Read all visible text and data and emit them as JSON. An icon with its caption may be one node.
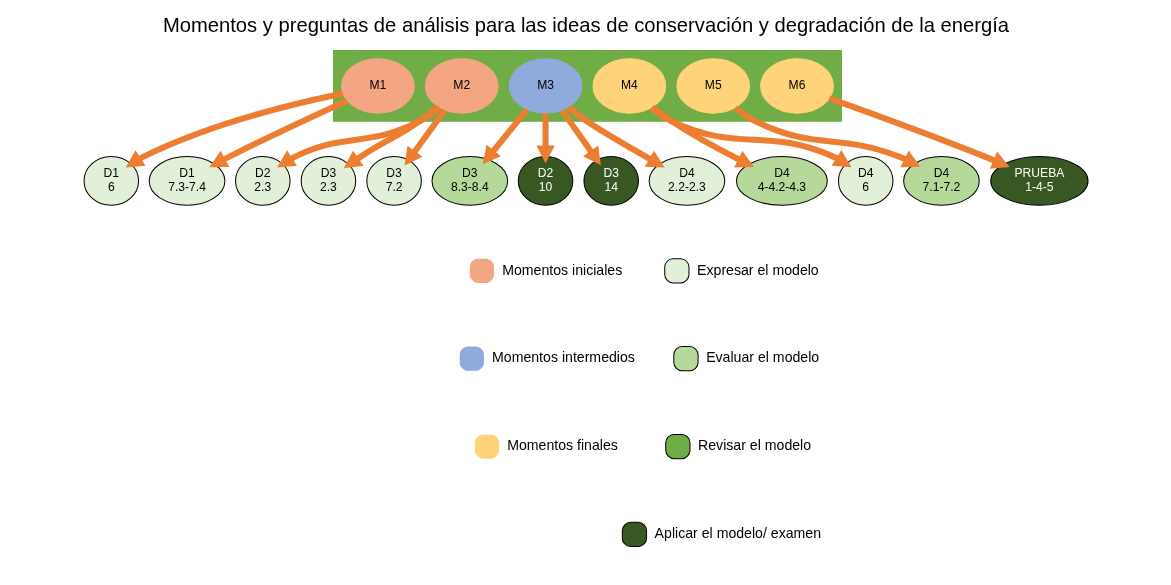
{
  "diagram": {
    "title": "Momentos y preguntas de análisis para las ideas de conservación y degradación de la energía",
    "nodes": [
      {
        "text": [],
        "shape": "arrow"
      },
      {
        "text": [
          "M1"
        ],
        "in": 0
      },
      {
        "text": [
          "M2"
        ],
        "in": 0
      },
      {
        "text": [
          "M3"
        ],
        "in": 0
      },
      {
        "text": [
          "M4"
        ],
        "in": 0
      },
      {
        "text": [
          "M5"
        ],
        "in": 0
      },
      {
        "text": [
          "M6"
        ],
        "in": 0
      },
      {
        "text": [
          "D1",
          "6"
        ]
      },
      {
        "text": [
          "D1",
          "7.3-7.4"
        ]
      },
      {
        "text": [
          "D2",
          "2.3"
        ]
      },
      {
        "text": [
          "D3",
          "2.3"
        ]
      },
      {
        "text": [
          "D3",
          "7.2"
        ]
      },
      {
        "text": [
          "D3",
          "8.3-8.4"
        ]
      },
      {
        "text": [
          "D2",
          "10"
        ]
      },
      {
        "text": [
          "D3",
          "14"
        ]
      },
      {
        "text": [
          "D4",
          "2.2-2.3"
        ]
      },
      {
        "text": [
          "D4",
          "4-4.2-4.3"
        ]
      },
      {
        "text": [
          "D4",
          "6"
        ]
      },
      {
        "text": [
          "D4",
          "7.1-7.2"
        ]
      },
      {
        "text": [
          "PRUEBA",
          "1-4-5"
        ]
      }
    ],
    "edges": [
      {
        "from": 1,
        "to": 7,
        "arrow": "to"
      },
      {
        "from": 1,
        "to": 8,
        "arrow": "to"
      },
      {
        "from": 2,
        "to": 9,
        "arrow": "to"
      },
      {
        "from": 2,
        "to": 10,
        "arrow": "to"
      },
      {
        "from": 2,
        "to": 11,
        "arrow": "to"
      },
      {
        "from": 3,
        "to": 12,
        "arrow": "to"
      },
      {
        "from": 3,
        "to": 13,
        "arrow": "to"
      },
      {
        "from": 3,
        "to": 14,
        "arrow": "to"
      },
      {
        "from": 3,
        "to": 15,
        "arrow": "to"
      },
      {
        "from": 4,
        "to": 16,
        "arrow": "to"
      },
      {
        "from": 4,
        "to": 17,
        "arrow": "to"
      },
      {
        "from": 5,
        "to": 18,
        "arrow": "to"
      },
      {
        "from": 6,
        "to": 19,
        "arrow": "to"
      }
    ],
    "legend": [
      {
        "text": "Momentos iniciales",
        "color": "#f4a582"
      },
      {
        "text": "Momentos intermedios",
        "color": "#8faadc"
      },
      {
        "text": "Momentos finales",
        "color": "#ffd37a"
      },
      {
        "text": "Expresar el modelo",
        "color": "#e2efd9"
      },
      {
        "text": "Evaluar el modelo",
        "color": "#b5d99a"
      },
      {
        "text": "Revisar el modelo",
        "color": "#70ad47"
      },
      {
        "text": "Aplicar el modelo/ examen",
        "color": "#385723"
      }
    ]
  }
}
